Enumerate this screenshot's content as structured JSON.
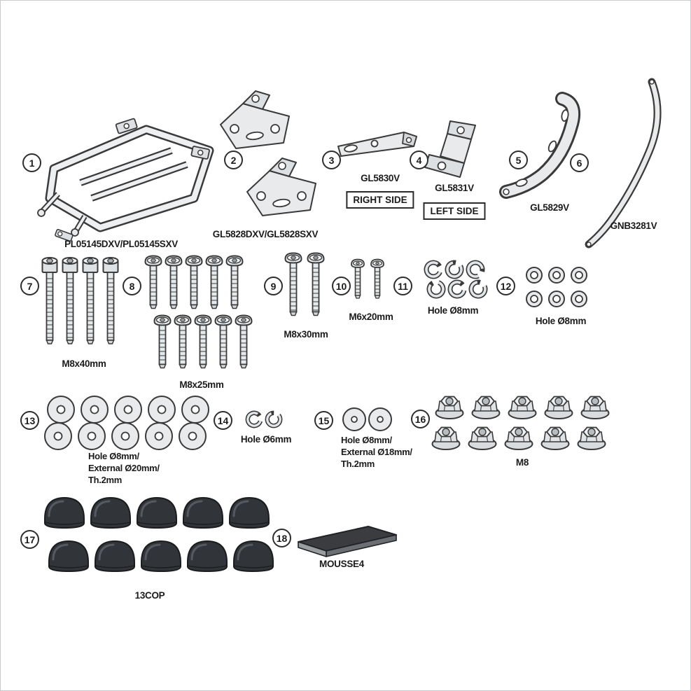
{
  "diagram": {
    "type": "exploded-parts-kit",
    "background": "#ffffff",
    "border_color": "#c9cccf",
    "line_color": "#3a3a3a",
    "metal_fill": "#e8eaec",
    "dark_part_fill": "#313438"
  },
  "parts": [
    {
      "num": "1",
      "label": "PL05145DXV/PL05145SXV",
      "count": 1
    },
    {
      "num": "2",
      "label": "GL5828DXV/GL5828SXV",
      "count": 2
    },
    {
      "num": "3",
      "label": "GL5830V",
      "tag": "RIGHT SIDE",
      "count": 1
    },
    {
      "num": "4",
      "label": "GL5831V",
      "tag": "LEFT SIDE",
      "count": 1
    },
    {
      "num": "5",
      "label": "GL5829V",
      "count": 1
    },
    {
      "num": "6",
      "label": "GNB3281V",
      "count": 1
    },
    {
      "num": "7",
      "label": "M8x40mm",
      "count": 4
    },
    {
      "num": "8",
      "label": "M8x25mm",
      "count": 10
    },
    {
      "num": "9",
      "label": "M8x30mm",
      "count": 2
    },
    {
      "num": "10",
      "label": "M6x20mm",
      "count": 2
    },
    {
      "num": "11",
      "label": "Hole Ø8mm",
      "count": 6
    },
    {
      "num": "12",
      "label": "Hole Ø8mm",
      "count": 6
    },
    {
      "num": "13",
      "label_lines": [
        "Hole Ø8mm/",
        "External Ø20mm/",
        "Th.2mm"
      ],
      "count": 10
    },
    {
      "num": "14",
      "label": "Hole Ø6mm",
      "count": 2
    },
    {
      "num": "15",
      "label_lines": [
        "Hole Ø8mm/",
        "External Ø18mm/",
        "Th.2mm"
      ],
      "count": 2
    },
    {
      "num": "16",
      "label": "M8",
      "count": 10
    },
    {
      "num": "17",
      "label": "13COP",
      "count": 10
    },
    {
      "num": "18",
      "label": "MOUSSE4",
      "count": 1
    }
  ]
}
